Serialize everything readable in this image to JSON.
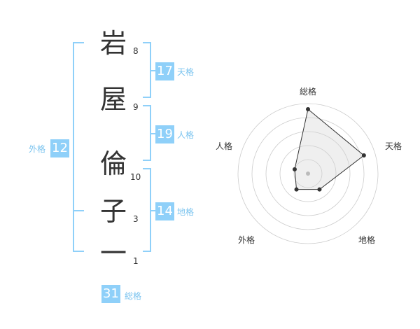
{
  "colors": {
    "accent": "#8fd0f9",
    "accent_text": "#7cc4ef",
    "text": "#333333",
    "grid": "#cccccc"
  },
  "name": {
    "characters": [
      {
        "char": "岩",
        "strokes": "8"
      },
      {
        "char": "屋",
        "strokes": "9"
      },
      {
        "char": "倫",
        "strokes": "10"
      },
      {
        "char": "子",
        "strokes": "3"
      },
      {
        "char": "一",
        "strokes": "1"
      }
    ]
  },
  "fortunes": {
    "tenkaku": {
      "value": "17",
      "label": "天格"
    },
    "jinkaku": {
      "value": "19",
      "label": "人格"
    },
    "chikaku": {
      "value": "14",
      "label": "地格"
    },
    "gaikaku": {
      "value": "12",
      "label": "外格"
    },
    "soukaku": {
      "value": "31",
      "label": "総格"
    }
  },
  "chart_data": {
    "type": "radar",
    "axes": [
      "総格",
      "天格",
      "地格",
      "外格",
      "人格"
    ],
    "values": [
      4.6,
      4.2,
      1.4,
      1.4,
      1.0
    ],
    "range": [
      0,
      5
    ],
    "rings": 5,
    "grid": true
  }
}
